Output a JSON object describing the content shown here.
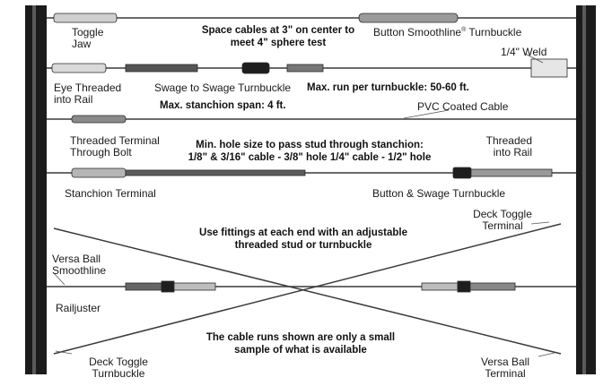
{
  "colors": {
    "post": "#1b1b1b",
    "cable": "#3a3a3a",
    "fitting": "#6a6a6a",
    "background": "#ffffff"
  },
  "labels": {
    "toggle_jaw": [
      "Toggle",
      "Jaw"
    ],
    "space_cables": [
      "Space cables at 3\" on center to",
      "meet 4\" sphere test"
    ],
    "button_smoothline": "Button Smoothline",
    "button_smoothline_mark": "®",
    "button_smoothline_suffix": " Turnbuckle",
    "weld": "1/4\" Weld",
    "eye_threaded": [
      "Eye Threaded",
      "into Rail"
    ],
    "swage_to_swage": "Swage to Swage Turnbuckle",
    "max_run": "Max. run per turnbuckle: 50-60 ft.",
    "max_span": "Max. stanchion span: 4 ft.",
    "pvc_cable": "PVC Coated Cable",
    "threaded_terminal": [
      "Threaded Terminal",
      "Through Bolt"
    ],
    "min_hole": [
      "Min. hole size to pass stud through stanchion:",
      "1/8\" & 3/16\" cable - 3/8\" hole 1/4\" cable - 1/2\" hole"
    ],
    "threaded_into_rail": [
      "Threaded",
      "into Rail"
    ],
    "stanchion_terminal": "Stanchion Terminal",
    "button_swage": "Button & Swage Turnbuckle",
    "deck_toggle_terminal": [
      "Deck Toggle",
      "Terminal"
    ],
    "use_fittings": [
      "Use fittings at each end with an adjustable",
      "threaded stud or turnbuckle"
    ],
    "versa_ball_smoothline": [
      "Versa Ball",
      "Smoothline"
    ],
    "railjuster": "Railjuster",
    "cable_runs": [
      "The cable runs shown are only a small",
      "sample of what is available"
    ],
    "deck_toggle_turnbuckle": [
      "Deck Toggle",
      "Turnbuckle"
    ],
    "versa_ball_terminal": [
      "Versa Ball",
      "Terminal"
    ]
  }
}
